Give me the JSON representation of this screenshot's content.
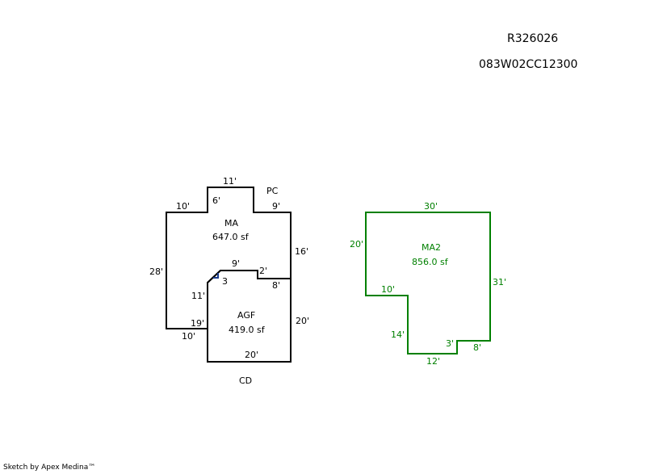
{
  "header": {
    "record_id": "R326026",
    "parcel_id": "083W02CC12300"
  },
  "credit": "Sketch by Apex Medina™",
  "colors": {
    "black": "#000000",
    "green": "#008000",
    "marker": "#1a3c8c"
  },
  "areas": {
    "ma": {
      "name": "MA",
      "area": "647.0 sf"
    },
    "agf": {
      "name": "AGF",
      "area": "419.0 sf"
    },
    "ma2": {
      "name": "MA2",
      "area": "856.0 sf"
    }
  },
  "labels": {
    "pc": "PC",
    "cd": "CD",
    "ma_top": "11'",
    "ma_bump": "6'",
    "ma_left_top": "10'",
    "ma_right_top": "9'",
    "ma_right": "16'",
    "ma_left": "28'",
    "ma_bottom_left": "10'",
    "ma_inner_19": "19'",
    "agf_top": "9'",
    "agf_step": "2'",
    "agf_step_h": "8'",
    "agf_diag": "3",
    "agf_left": "11'",
    "agf_right": "20'",
    "agf_bottom": "20'",
    "ma2_top": "30'",
    "ma2_left": "20'",
    "ma2_step": "10'",
    "ma2_right": "31'",
    "ma2_inner": "14'",
    "ma2_bottom": "12'",
    "ma2_notch_v": "3'",
    "ma2_notch_h": "8'"
  }
}
